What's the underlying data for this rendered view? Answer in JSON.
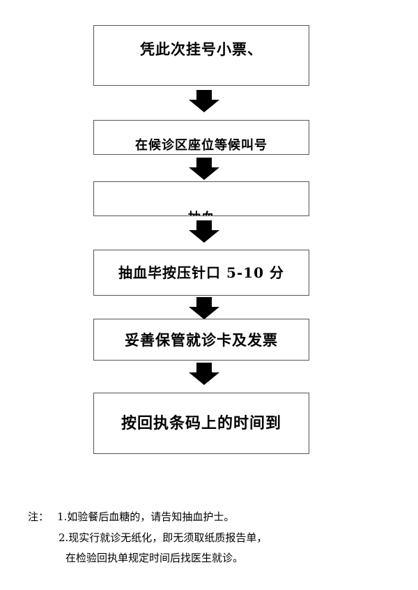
{
  "steps": [
    "凭此次挂号小票、",
    "在候诊区座位等候叫号",
    "抽血",
    "抽血毕按压针口 5-10 分",
    "妥善保管就诊卡及发票",
    "按回执条码上的时间到"
  ],
  "notes": {
    "prefix": "注：",
    "line1": "1.如验餐后血糖的，请告知抽血护士。",
    "line2": "2.现实行就诊无纸化，即无须取纸质报告单，",
    "line3": "在检验回执单规定时间后找医生就诊。"
  }
}
